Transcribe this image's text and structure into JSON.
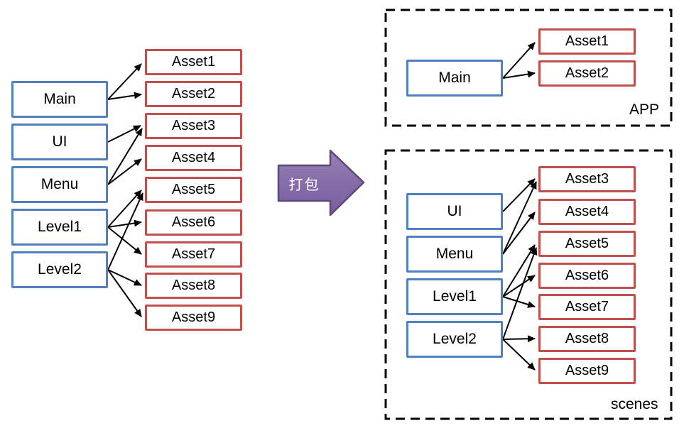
{
  "package_arrow": {
    "label": "打包"
  },
  "left_panel": {
    "sources": [
      "Main",
      "UI",
      "Menu",
      "Level1",
      "Level2"
    ],
    "assets": [
      "Asset1",
      "Asset2",
      "Asset3",
      "Asset4",
      "Asset5",
      "Asset6",
      "Asset7",
      "Asset8",
      "Asset9"
    ],
    "connections": [
      [
        "Main",
        "Asset1"
      ],
      [
        "Main",
        "Asset2"
      ],
      [
        "UI",
        "Asset3"
      ],
      [
        "Menu",
        "Asset3"
      ],
      [
        "Menu",
        "Asset4"
      ],
      [
        "Level1",
        "Asset5"
      ],
      [
        "Level1",
        "Asset6"
      ],
      [
        "Level1",
        "Asset7"
      ],
      [
        "Level2",
        "Asset5"
      ],
      [
        "Level2",
        "Asset8"
      ],
      [
        "Level2",
        "Asset9"
      ]
    ]
  },
  "groups": [
    {
      "label": "APP",
      "sources": [
        "Main"
      ],
      "assets": [
        "Asset1",
        "Asset2"
      ],
      "connections": [
        [
          "Main",
          "Asset1"
        ],
        [
          "Main",
          "Asset2"
        ]
      ]
    },
    {
      "label": "scenes",
      "sources": [
        "UI",
        "Menu",
        "Level1",
        "Level2"
      ],
      "assets": [
        "Asset3",
        "Asset4",
        "Asset5",
        "Asset6",
        "Asset7",
        "Asset8",
        "Asset9"
      ],
      "connections": [
        [
          "UI",
          "Asset3"
        ],
        [
          "Menu",
          "Asset3"
        ],
        [
          "Menu",
          "Asset4"
        ],
        [
          "Level1",
          "Asset5"
        ],
        [
          "Level1",
          "Asset6"
        ],
        [
          "Level1",
          "Asset7"
        ],
        [
          "Level2",
          "Asset5"
        ],
        [
          "Level2",
          "Asset8"
        ],
        [
          "Level2",
          "Asset9"
        ]
      ]
    }
  ],
  "colors": {
    "source_box_border": "#4f81bd",
    "asset_box_border": "#c0504d",
    "connector": "#000000",
    "group_outline": "#000000",
    "package_arrow_fill": "#8064a2",
    "package_arrow_border": "#5f497a",
    "package_arrow_text": "#ffffff"
  }
}
